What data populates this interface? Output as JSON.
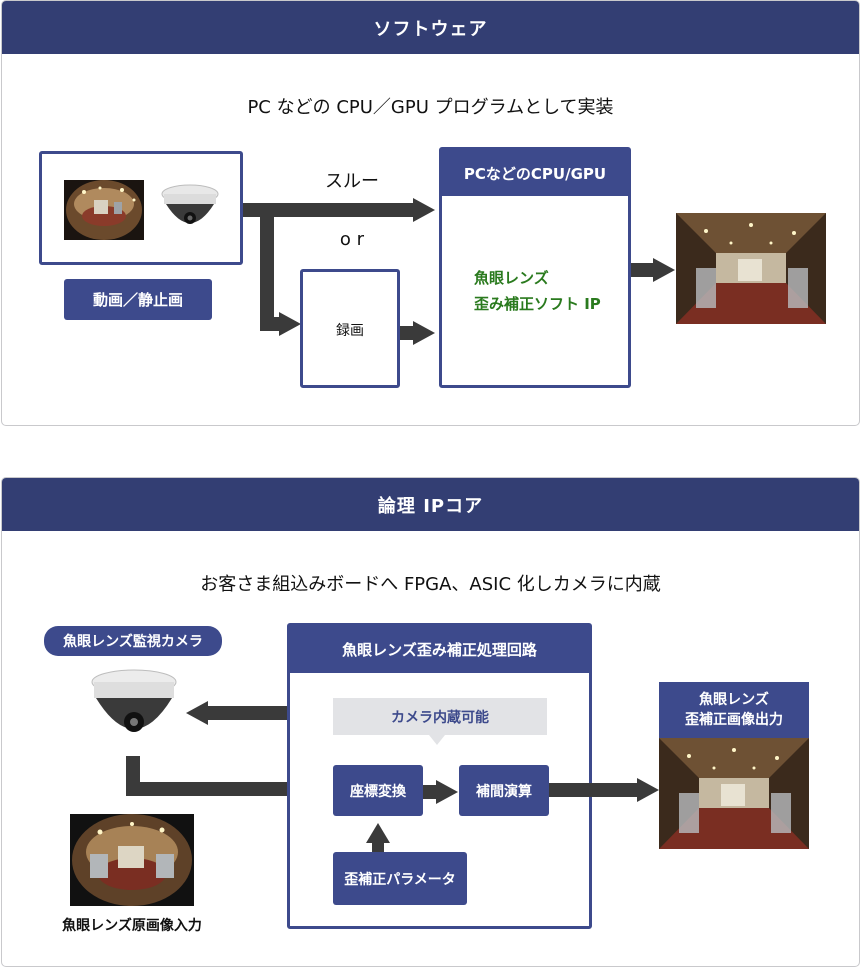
{
  "software": {
    "header": "ソフトウェア",
    "subtitle": "PC などの CPU／GPU プログラムとして実装",
    "input_label": "動画／静止画",
    "through_label": "スルー",
    "or_label": "o r",
    "record_label": "録画",
    "cpu_title": "PCなどのCPU/GPU",
    "ip_line1": "魚眼レンズ",
    "ip_line2": "歪み補正ソフト IP"
  },
  "ipcore": {
    "header": "論理 IPコア",
    "subtitle": "お客さま組込みボードへ FPGA、ASIC 化しカメラに内蔵",
    "camera_label": "魚眼レンズ監視カメラ",
    "raw_input_label": "魚眼レンズ原画像入力",
    "circuit_title": "魚眼レンズ歪み補正処理回路",
    "builtin_tag": "カメラ内蔵可能",
    "coord_label": "座標変換",
    "interp_label": "補間演算",
    "param_label": "歪補正パラメータ",
    "output_line1": "魚眼レンズ",
    "output_line2": "歪補正画像出力"
  },
  "colors": {
    "navy": "#333e73",
    "box_blue": "#3d4a8c",
    "arrow": "#3a3a3a",
    "green_text": "#2a7a1e"
  }
}
